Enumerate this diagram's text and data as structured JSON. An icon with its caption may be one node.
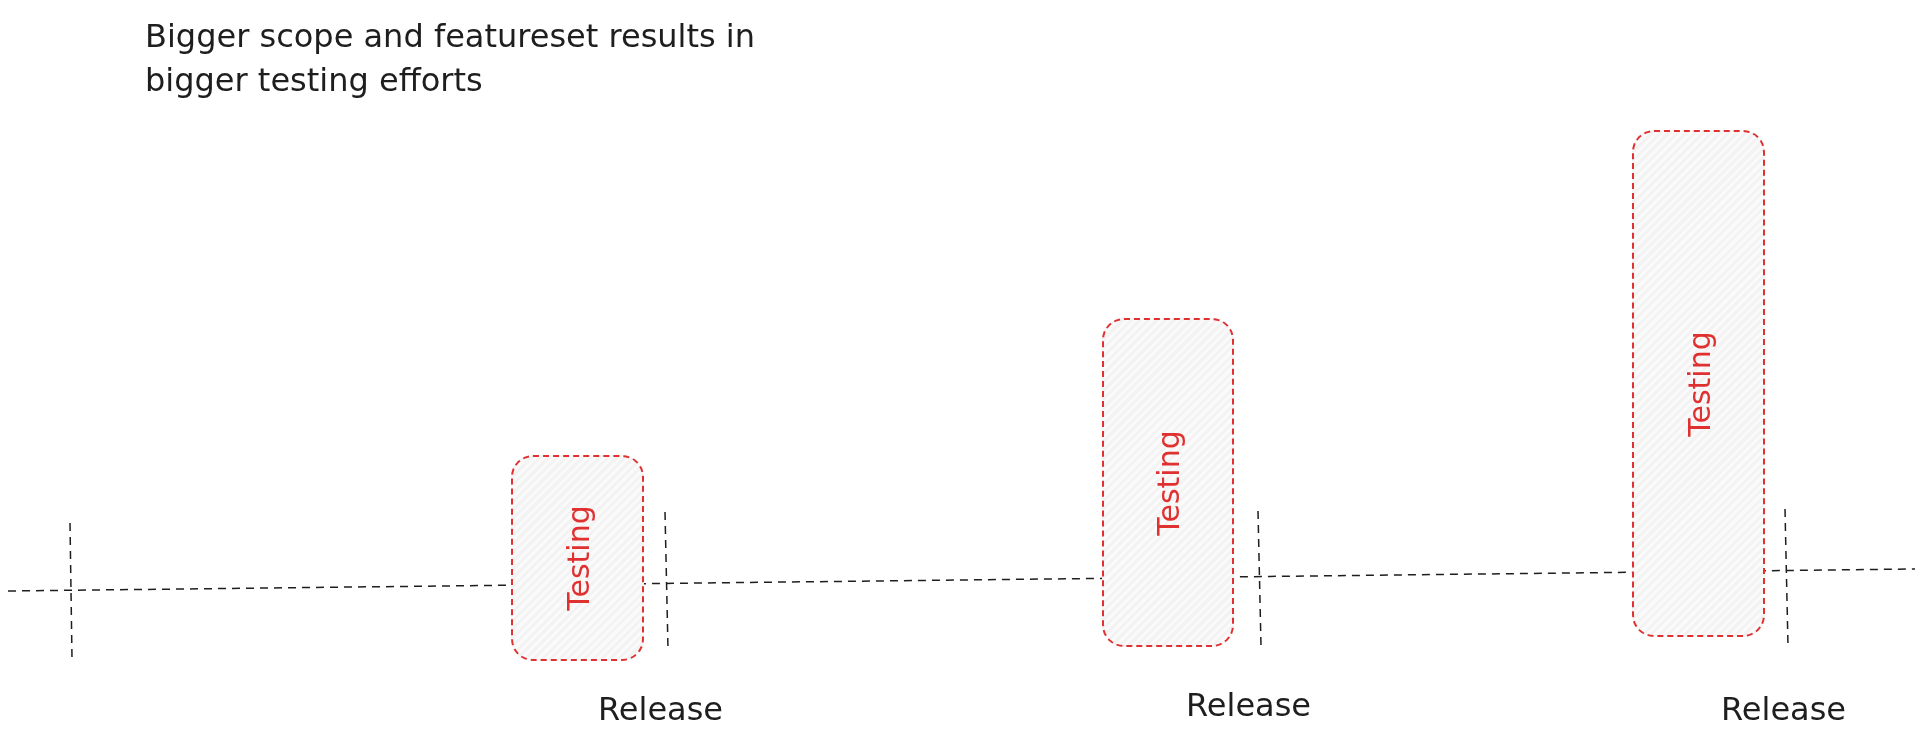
{
  "diagram": {
    "title": "Bigger scope and featureset results in bigger testing efforts",
    "nodes": [
      {
        "text": [
          "Testing"
        ]
      },
      {
        "text": [
          "Testing"
        ]
      },
      {
        "text": [
          "Testing"
        ]
      }
    ],
    "labels": [
      "Release",
      "Release",
      "Release"
    ]
  }
}
